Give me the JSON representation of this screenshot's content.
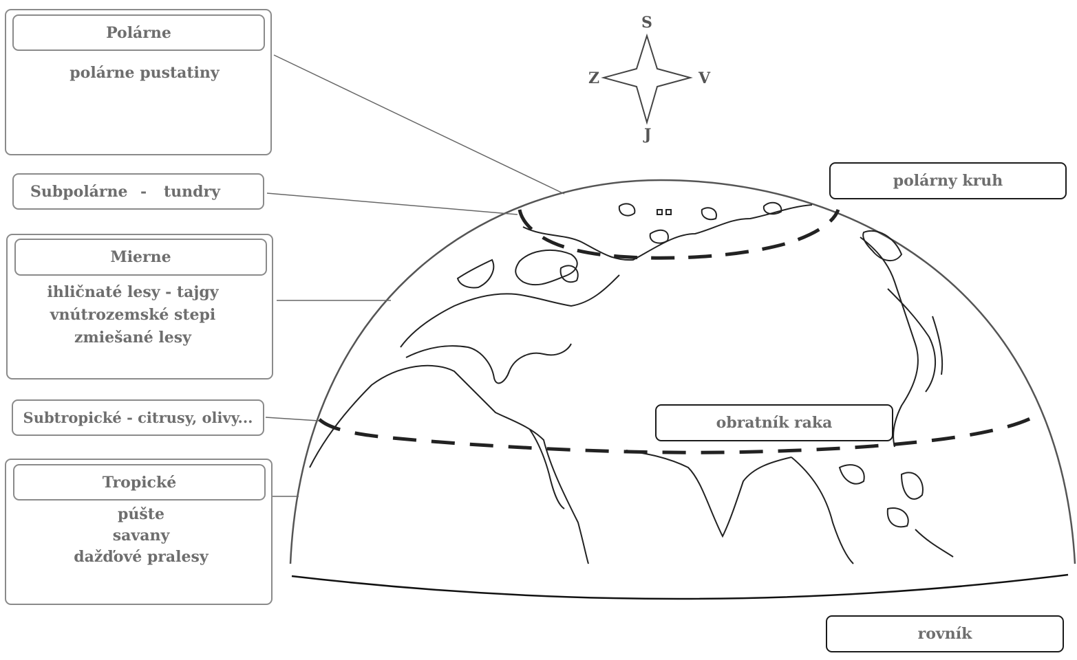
{
  "zones": {
    "polar": {
      "title": "Polárne",
      "items": [
        "polárne pustatiny"
      ]
    },
    "subpolar": {
      "title": "Subpolárne",
      "separator": "-",
      "item": "tundry"
    },
    "temperate": {
      "title": "Mierne",
      "items": [
        "ihličnaté lesy - tajgy",
        "vnútrozemské stepi",
        "zmiešané lesy"
      ]
    },
    "subtropical": {
      "text": "Subtropické  - citrusy, olivy..."
    },
    "tropical": {
      "title": "Tropické",
      "items": [
        "púšte",
        "savany",
        "dažďové pralesy"
      ]
    }
  },
  "lines": {
    "arctic_circle": "polárny kruh",
    "tropic_of_cancer": "obratník raka",
    "equator": "rovník"
  },
  "compass": {
    "north": "S",
    "south": "J",
    "west": "Z",
    "east": "V"
  },
  "colors": {
    "box_border": "#8a8a8a",
    "label_border": "#1a1a1a",
    "text": "#6e6e6e",
    "map_line": "#1a1a1a"
  }
}
